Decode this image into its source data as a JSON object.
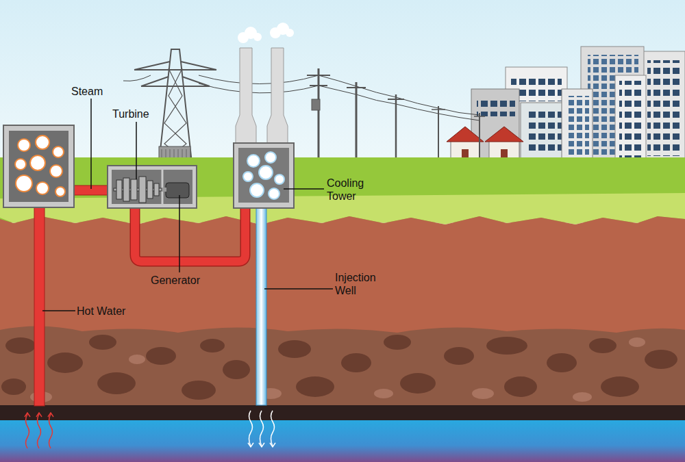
{
  "diagram": {
    "labels": [
      "Steam",
      "Turbine",
      "Cooling Tower",
      "Generator",
      "Injection Well",
      "Hot Water"
    ]
  }
}
